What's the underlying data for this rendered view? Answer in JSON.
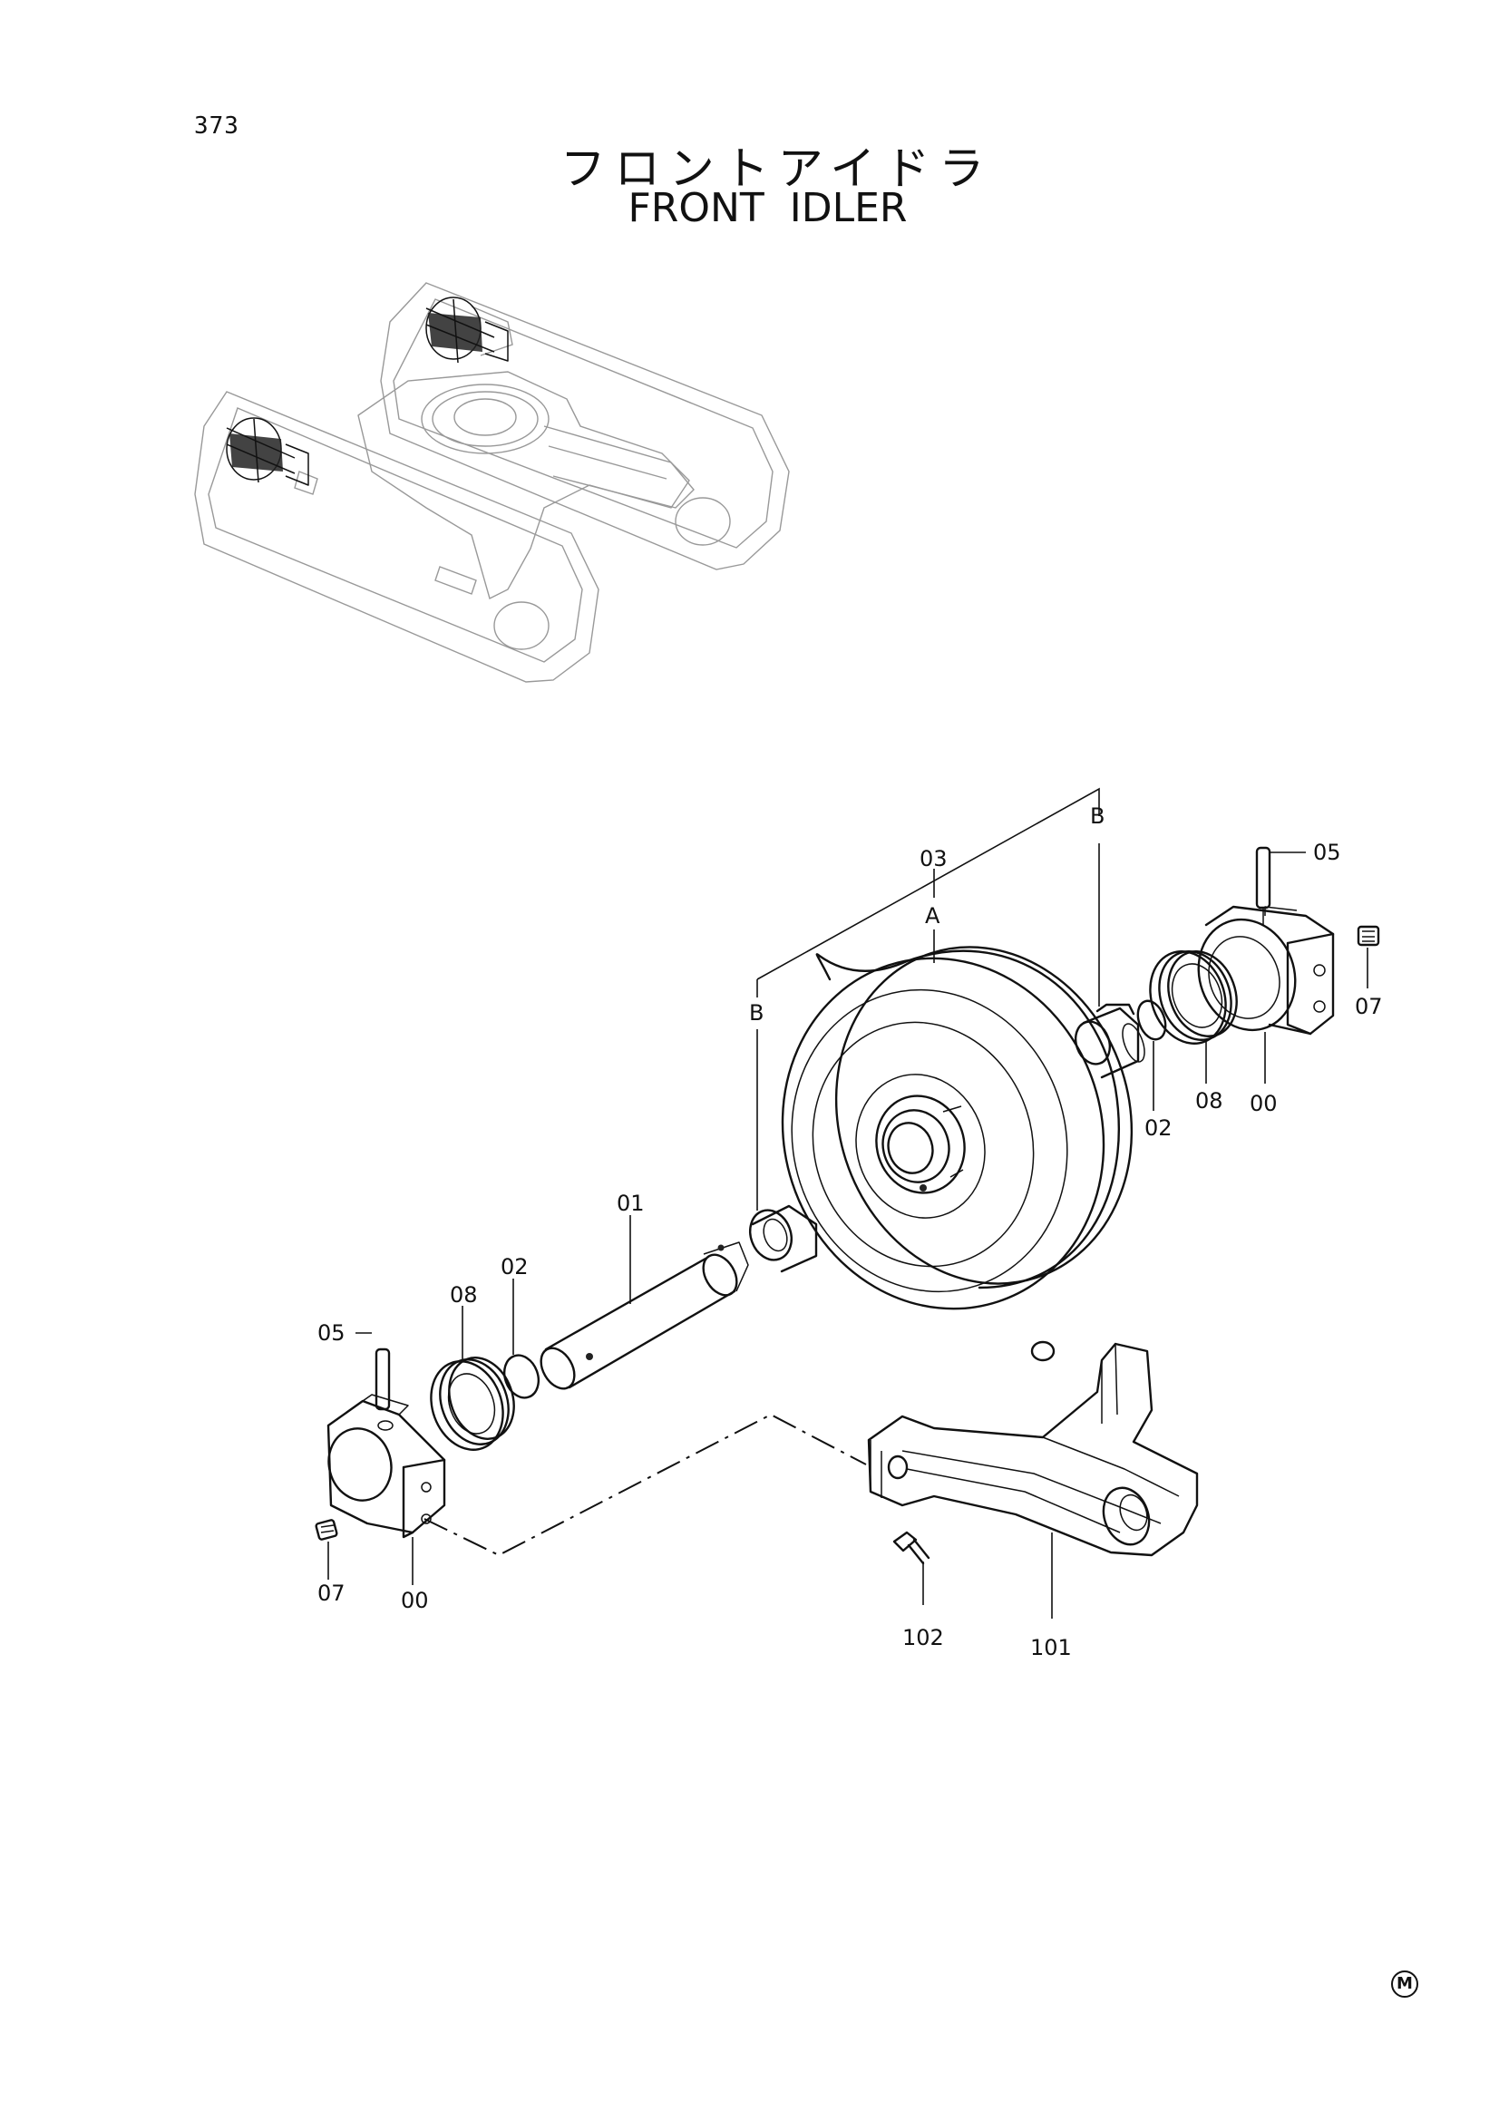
{
  "page": {
    "number": "373"
  },
  "title": {
    "japanese": "フロントアイドラ",
    "english": "FRONT IDLER"
  },
  "callouts": {
    "part_03": "03",
    "ref_a": "A",
    "ref_b_right": "B",
    "ref_b_left": "B",
    "part_05_right": "05",
    "part_07_right": "07",
    "part_02_right": "02",
    "part_08_right": "08",
    "part_00_right": "00",
    "part_01": "01",
    "part_02_left": "02",
    "part_08_left": "08",
    "part_05_left": "05",
    "part_07_left": "07",
    "part_00_left": "00",
    "part_102": "102",
    "part_101": "101"
  },
  "mark": "M",
  "icons": {
    "mfr_mark": "circled-m-icon"
  }
}
